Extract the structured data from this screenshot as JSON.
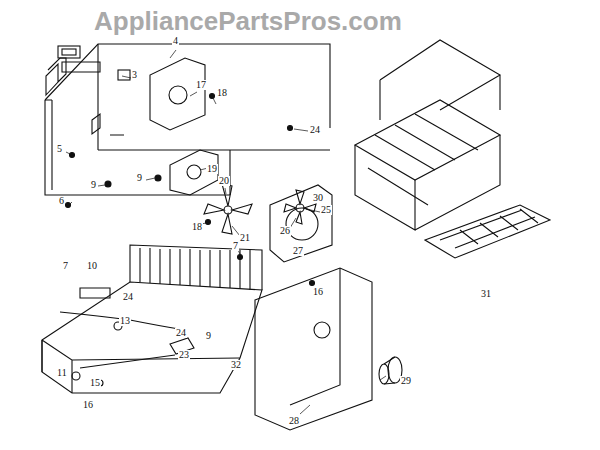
{
  "diagram": {
    "labels": [
      "AppliancePartsPros.com",
      "3",
      "4",
      "17",
      "18",
      "5",
      "9",
      "6",
      "9",
      "19",
      "18",
      "20",
      "21",
      "24",
      "30",
      "31",
      "25",
      "26",
      "27",
      "7",
      "16",
      "7",
      "10",
      "24",
      "13",
      "11",
      "15",
      "16",
      "24",
      "23",
      "9",
      "32",
      "28",
      "29"
    ]
  }
}
